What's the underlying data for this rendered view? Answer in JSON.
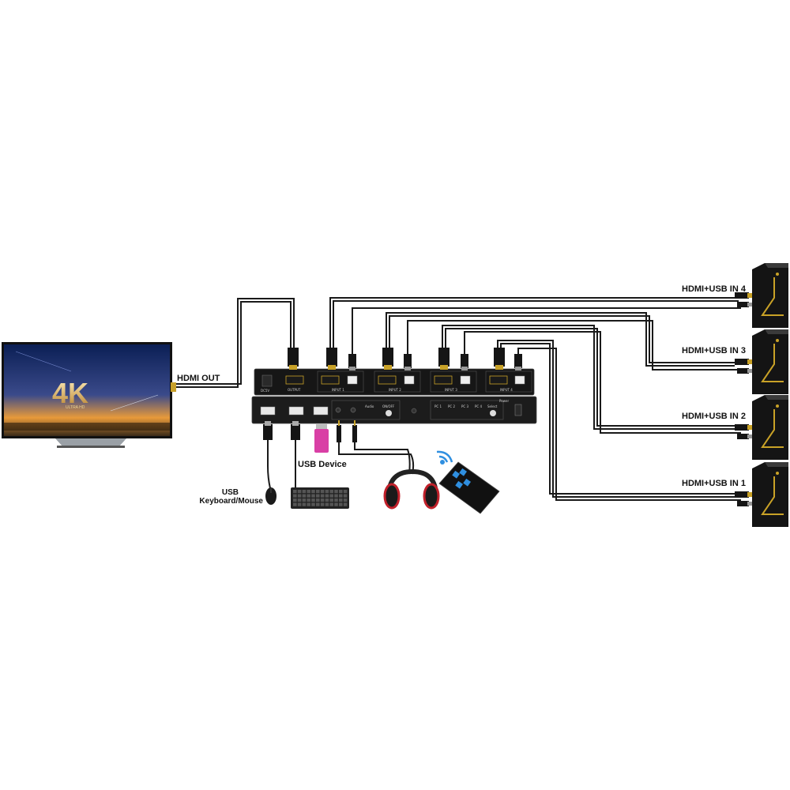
{
  "tv": {
    "badge": "4K",
    "badge_sub": "ULTRA HD"
  },
  "labels": {
    "hdmi_out": "HDMI OUT",
    "usb_device": "USB Device",
    "usb_kbm_line1": "USB",
    "usb_kbm_line2": "Keyboard/Mouse"
  },
  "inputs": [
    {
      "label": "HDMI+USB IN 4"
    },
    {
      "label": "HDMI+USB IN 3"
    },
    {
      "label": "HDMI+USB IN 2"
    },
    {
      "label": "HDMI+USB IN 1"
    }
  ],
  "switch": {
    "back_ports": [
      "DC5V",
      "OUTPUT",
      "INPUT 1",
      "INPUT 2",
      "INPUT 3",
      "INPUT 4"
    ],
    "front_labels": [
      "Audio",
      "ON/OFF",
      "PC 1",
      "PC 2",
      "PC 3",
      "PC 4",
      "Select",
      "Power"
    ]
  },
  "colors": {
    "cable": "#1a1a1a",
    "device": "#151515",
    "accent_gold": "#c9a227",
    "usb_stick": "#d93fa5",
    "remote_blue": "#2f8fe0"
  }
}
